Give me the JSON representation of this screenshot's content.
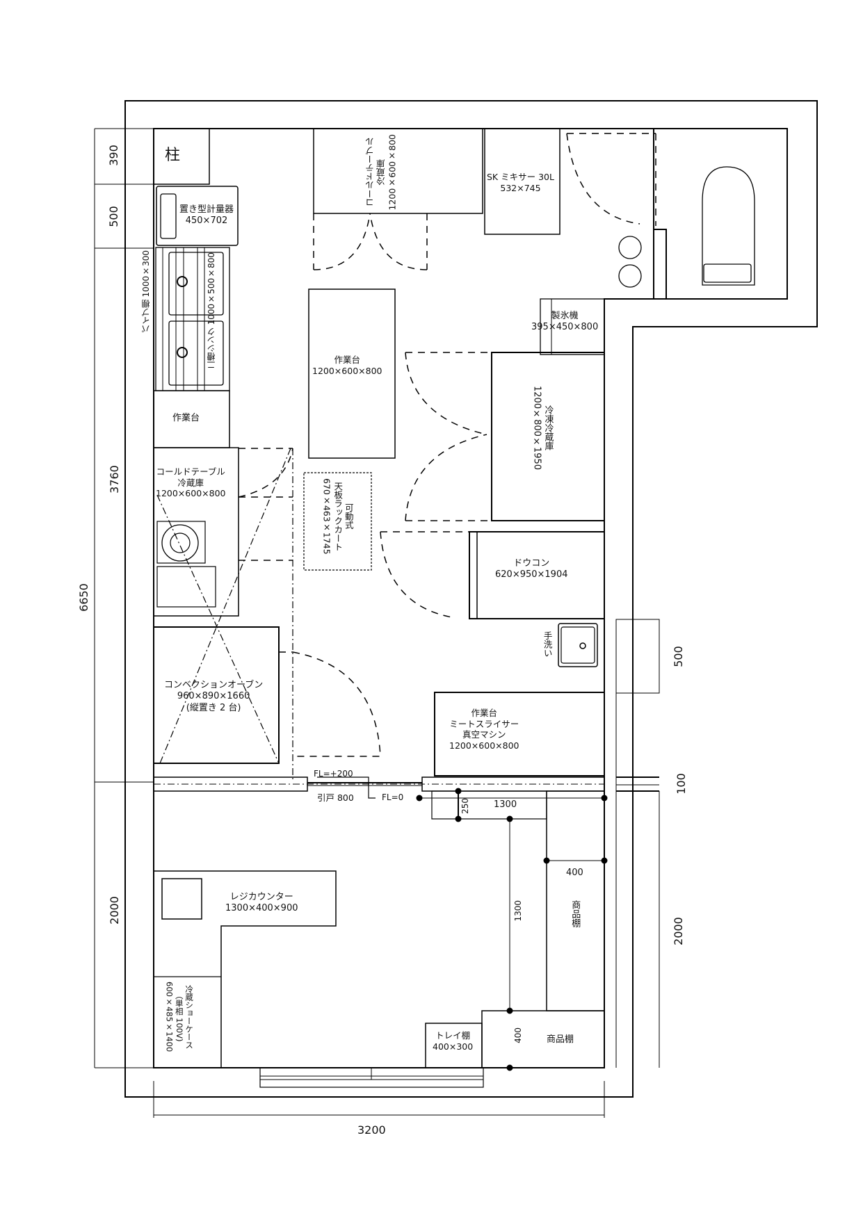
{
  "plan": {
    "column": "柱",
    "scale_device": {
      "name": "置き型計量器",
      "size": "450×702"
    },
    "pipe_shelf": "パイプ棚 1000×300",
    "double_sink": "二槽シンク 1000×500×800",
    "work_table_small": "作業台",
    "cold_table_left": {
      "name": "コールドテーブル",
      "sub": "冷蔵庫",
      "size": "1200×600×800"
    },
    "cold_table_top": {
      "name": "コールドテーブル",
      "sub": "冷蔵庫",
      "size": "1200×600×800"
    },
    "sk_mixer": {
      "name": "SK ミキサー 30L",
      "size": "532×745"
    },
    "ice_maker": {
      "name": "製氷機",
      "size": "395×450×800"
    },
    "work_table_center": {
      "name": "作業台",
      "size": "1200×600×800"
    },
    "freezer_fridge": {
      "name": "冷凍冷蔵庫",
      "size": "1200×800×1950"
    },
    "rack_cart": {
      "name": "可動式",
      "sub": "天板ラックカート",
      "size": "670×463×1745"
    },
    "dough_conditioner": {
      "name": "ドウコン",
      "size": "620×950×1904"
    },
    "hand_wash": "手洗い",
    "convection_oven": {
      "name": "コンベクションオーブン",
      "size": "960×890×1660",
      "note": "(縦置き 2 台)"
    },
    "work_table_slicer": {
      "line1": "作業台",
      "line2": "ミートスライサー",
      "line3": "真空マシン",
      "size": "1200×600×800"
    },
    "floor_level_high": "FL=+200",
    "floor_level_zero": "FL=0",
    "sliding_door": "引戸 800",
    "register_counter": {
      "name": "レジカウンター",
      "size": "1300×400×900"
    },
    "showcase": {
      "name": "冷蔵ショーケース",
      "sub": "（単相 100V)",
      "size": "600×485×1400"
    },
    "product_shelf_right": "商品棚",
    "product_shelf_bottom": "商品棚",
    "tray_shelf": {
      "name": "トレイ棚",
      "size": "400×300"
    },
    "inner_dims": {
      "d250": "250",
      "d1300_h": "1300",
      "d1300_v": "1300",
      "d400_top": "400",
      "d400_bottom": "400"
    }
  },
  "dimensions": {
    "left": [
      "390",
      "500",
      "3760",
      "2000"
    ],
    "total_height": "6650",
    "right": [
      "500",
      "100",
      "2000"
    ],
    "bottom_width": "3200"
  }
}
